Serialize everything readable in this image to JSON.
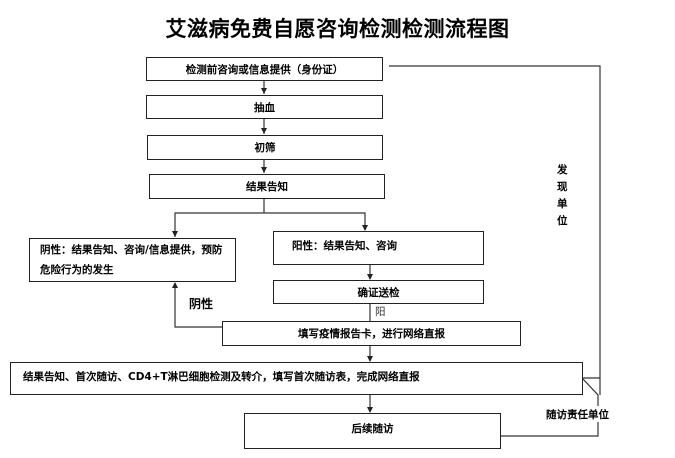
{
  "title": "艾滋病免费自愿咨询检测检测流程图",
  "steps": {
    "pre_test": "检测前咨询或信息提供（身份证）",
    "blood_draw": "抽血",
    "screening": "初筛",
    "result_notify": "结果告知",
    "negative_box": "阴性：结果告知、咨询/信息提供，预防危险行为的发生",
    "positive_box": "阳性：结果告知、咨询",
    "confirm_test": "确证送检",
    "report_card": "填写疫情报告卡，进行网络直报",
    "first_followup": "结果告知、首次随访、CD4+T淋巴细胞检测及转介，填写首次随访表，完成网络直报",
    "later_followup": "后续随访"
  },
  "labels": {
    "negative": "阴性",
    "positive": "阳",
    "discover_unit": "发现单位",
    "followup_unit": "随访责任单位"
  }
}
